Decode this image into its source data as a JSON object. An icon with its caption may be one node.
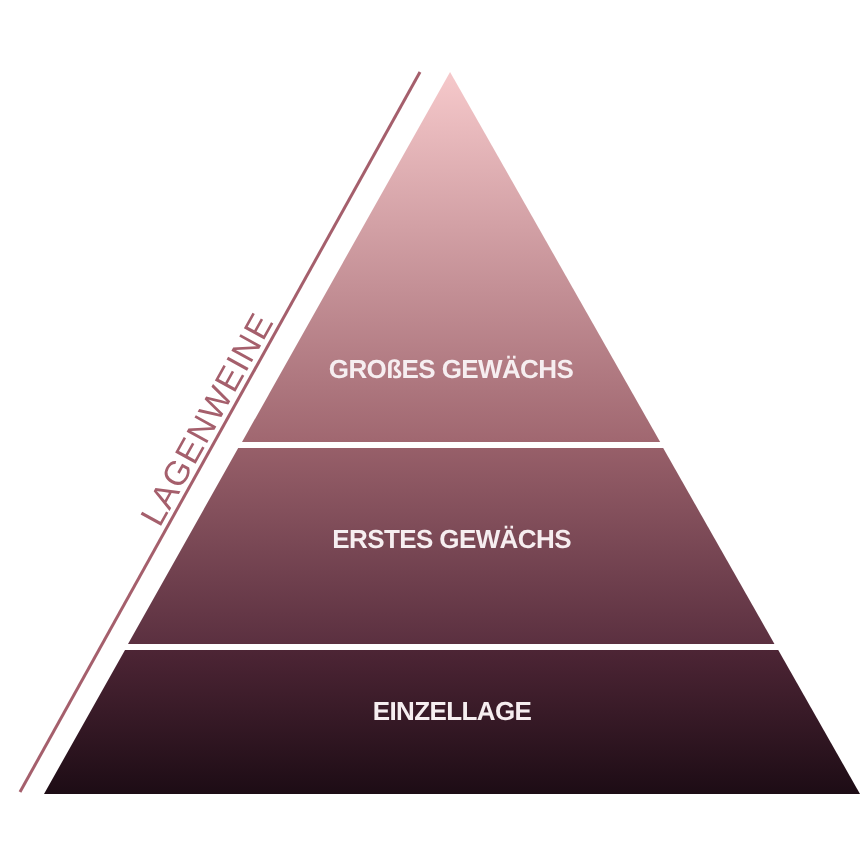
{
  "diagram": {
    "nodes": [
      {
        "text": [
          "GROßES GEWÄCHS"
        ]
      },
      {
        "text": [
          "ERSTES GEWÄCHS"
        ]
      },
      {
        "text": [
          "EINZELLAGE"
        ]
      }
    ],
    "labels": [
      "LAGENWEINE"
    ]
  }
}
